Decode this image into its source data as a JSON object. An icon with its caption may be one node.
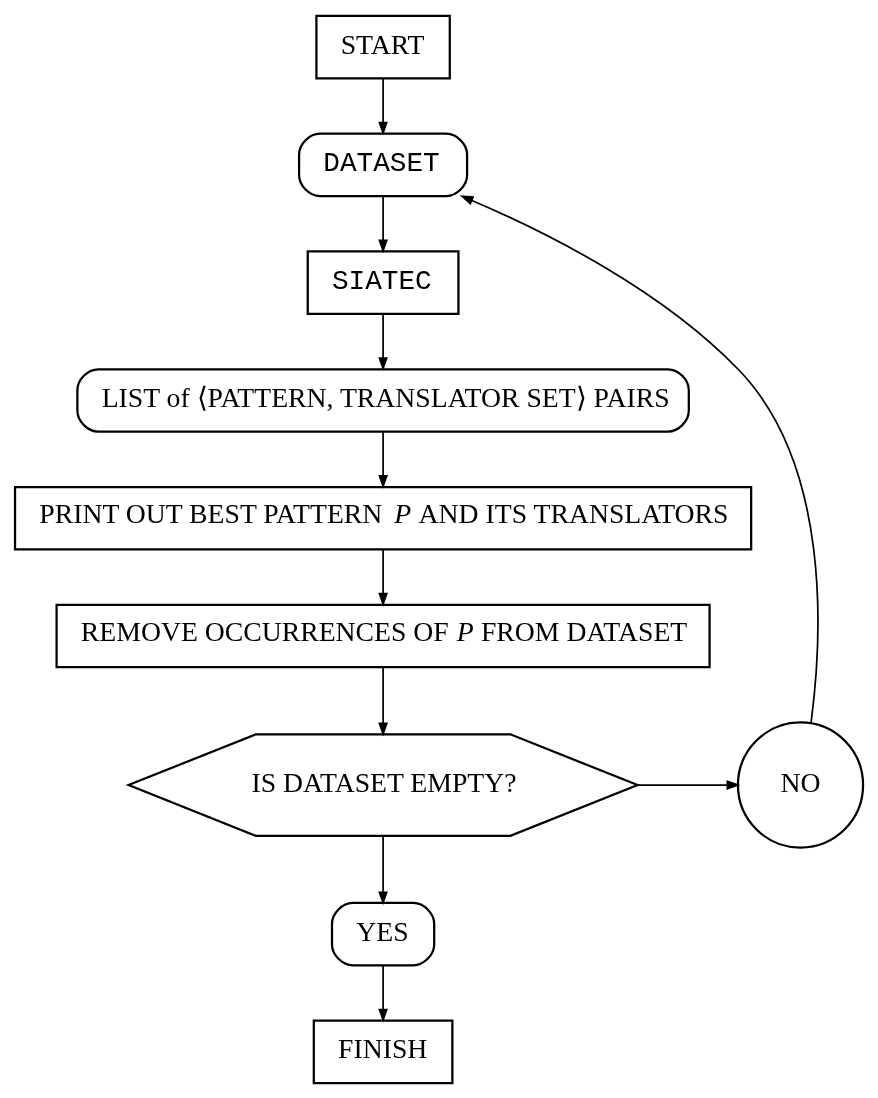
{
  "diagram": {
    "nodes": [
      {
        "text": [
          "START"
        ]
      },
      {
        "text": [
          "DATASET"
        ]
      },
      {
        "text": [
          "SIATEC"
        ]
      },
      {
        "text": [
          "LIST of ⟨PATTERN, TRANSLATOR SET⟩ PAIRS"
        ]
      },
      {
        "text": [
          "PRINT OUT BEST PATTERN *P* AND ITS TRANSLATORS"
        ]
      },
      {
        "text": [
          "REMOVE OCCURRENCES OF *P* FROM DATASET"
        ]
      },
      {
        "text": [
          "IS DATASET EMPTY?"
        ]
      },
      {
        "text": [
          "NO"
        ]
      },
      {
        "text": [
          "YES"
        ]
      },
      {
        "text": [
          "FINISH"
        ]
      }
    ],
    "edges": [
      {
        "from": 0,
        "to": 1,
        "arrow": "to"
      },
      {
        "from": 1,
        "to": 2,
        "arrow": "to"
      },
      {
        "from": 2,
        "to": 3,
        "arrow": "to"
      },
      {
        "from": 3,
        "to": 4,
        "arrow": "to"
      },
      {
        "from": 4,
        "to": 5,
        "arrow": "to"
      },
      {
        "from": 5,
        "to": 6,
        "arrow": "to"
      },
      {
        "from": 6,
        "to": 7,
        "arrow": "to"
      },
      {
        "from": 7,
        "to": 1,
        "arrow": "to"
      },
      {
        "from": 6,
        "to": 8,
        "arrow": "to"
      },
      {
        "from": 8,
        "to": 9,
        "arrow": "to"
      }
    ]
  }
}
